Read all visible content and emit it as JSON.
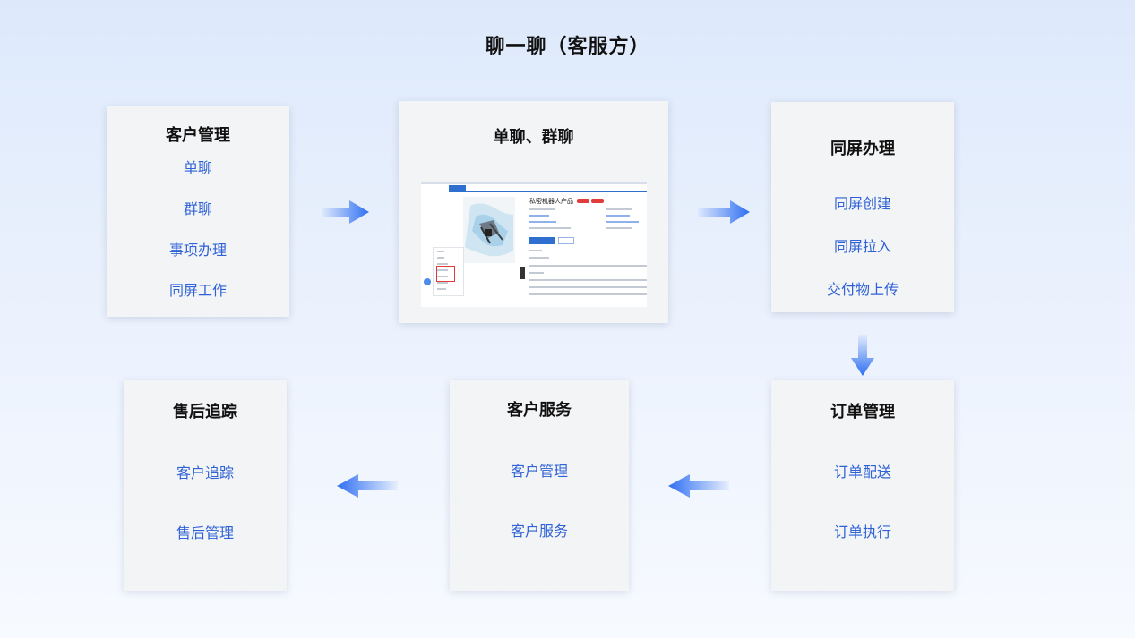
{
  "title": "聊一聊（客服方）",
  "cards": {
    "customer_mgmt": {
      "title": "客户管理",
      "items": [
        "单聊",
        "群聊",
        "事项办理",
        "同屏工作"
      ]
    },
    "chat": {
      "title": "单聊、群聊",
      "screenshot_caption": "私密机器人产品"
    },
    "same_screen": {
      "title": "同屏办理",
      "items": [
        "同屏创建",
        "同屏拉入",
        "交付物上传"
      ]
    },
    "order_mgmt": {
      "title": "订单管理",
      "items": [
        "订单配送",
        "订单执行"
      ]
    },
    "customer_service": {
      "title": "客户服务",
      "items": [
        "客户管理",
        "客户服务"
      ]
    },
    "after_sales": {
      "title": "售后追踪",
      "items": [
        "客户追踪",
        "售后管理"
      ]
    }
  },
  "colors": {
    "accent": "#2f62d6",
    "arrow_dark": "#2f6ff2",
    "card_bg": "#f3f4f6"
  }
}
